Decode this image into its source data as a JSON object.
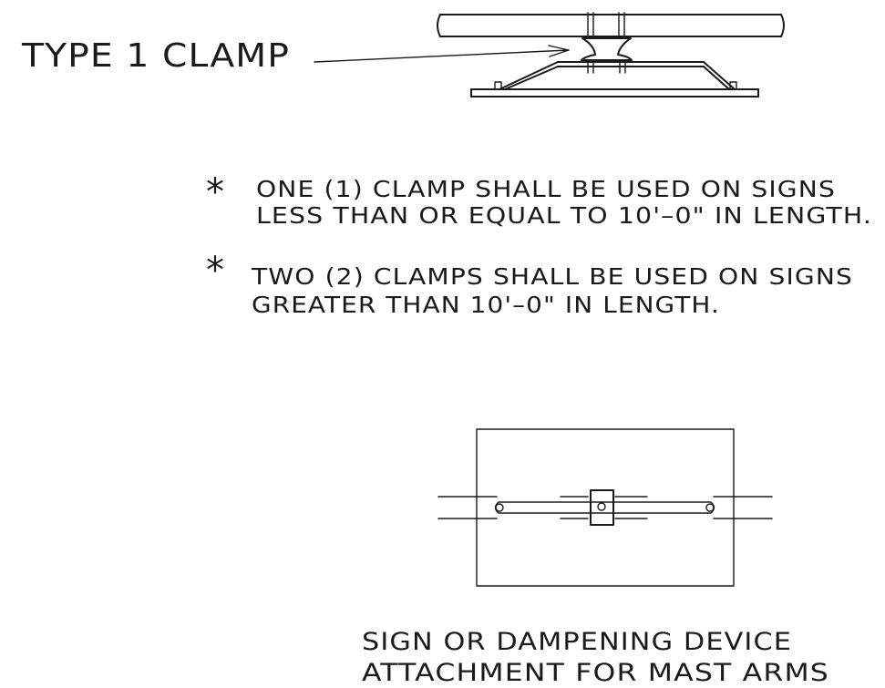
{
  "callout": {
    "clamp_label": "TYPE 1 CLAMP"
  },
  "notes": [
    {
      "bullet": "*",
      "line1": "ONE (1) CLAMP SHALL BE USED ON SIGNS",
      "line2": "LESS THAN OR EQUAL TO 10'–0\" IN LENGTH."
    },
    {
      "bullet": "*",
      "line1": "TWO (2) CLAMPS SHALL BE USED ON SIGNS",
      "line2": "GREATER THAN 10'–0\" IN LENGTH."
    }
  ],
  "caption": {
    "line1": "SIGN OR DAMPENING DEVICE",
    "line2": "ATTACHMENT FOR MAST ARMS"
  },
  "colors": {
    "ink": "#1a1a1a",
    "paper": "#ffffff"
  }
}
